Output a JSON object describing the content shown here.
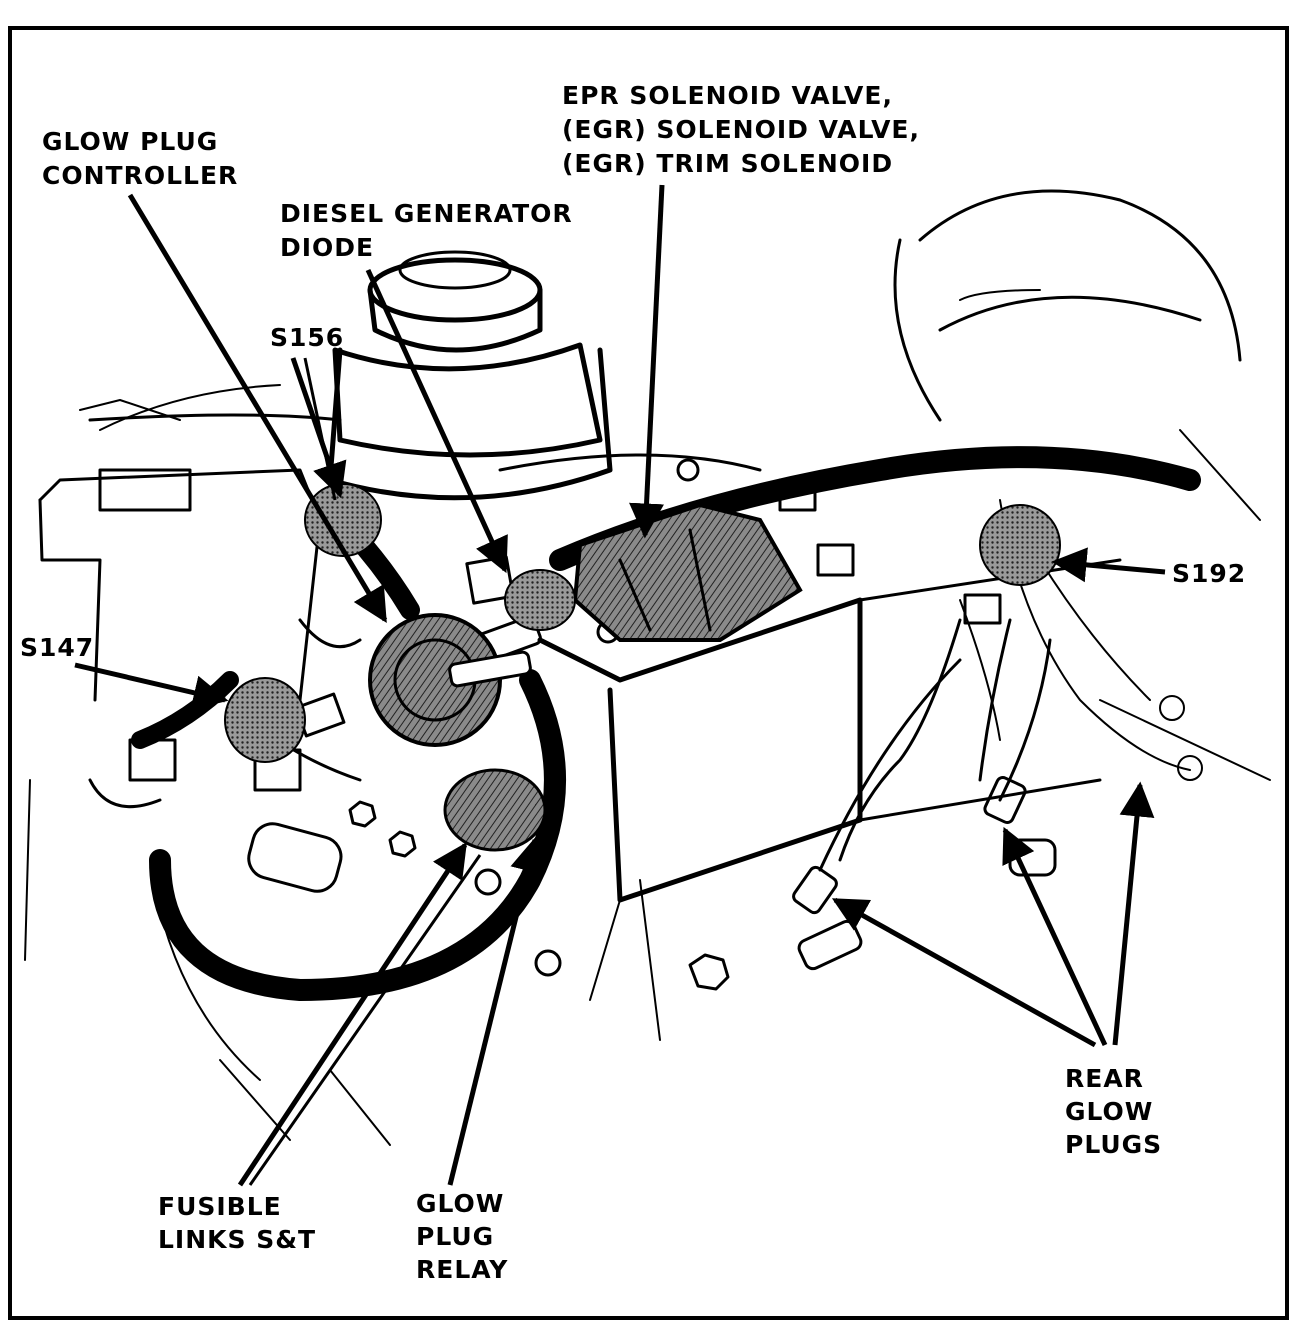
{
  "labels": {
    "glow_plug_controller": [
      "GLOW PLUG",
      "CONTROLLER"
    ],
    "diesel_generator_diode": [
      "DIESEL GENERATOR",
      "DIODE"
    ],
    "epr_egr": [
      "EPR SOLENOID VALVE,",
      "(EGR) SOLENOID VALVE,",
      "(EGR) TRIM SOLENOID"
    ],
    "s156": "S156",
    "s147": "S147",
    "s192": "S192",
    "fusible_links": [
      "FUSIBLE",
      "LINKS S&T"
    ],
    "glow_plug_relay": [
      "GLOW",
      "PLUG",
      "RELAY"
    ],
    "rear_glow_plugs": [
      "REAR",
      "GLOW",
      "PLUGS"
    ]
  },
  "colors": {
    "ink": "#000000",
    "paper": "#ffffff",
    "shade": "#6a6a6a"
  }
}
